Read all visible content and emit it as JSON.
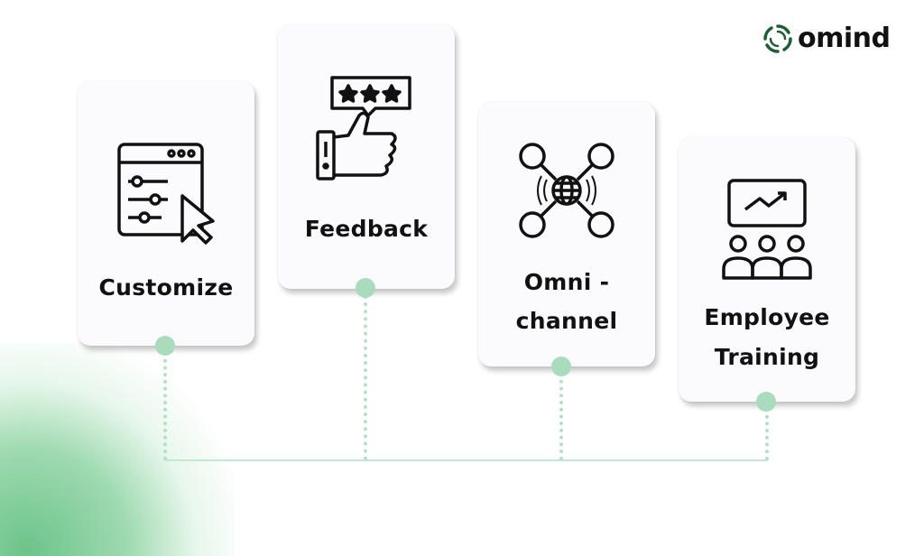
{
  "brand": {
    "name": "omind",
    "color": "#1f5e33"
  },
  "accent": "#a8dcbc",
  "cards": [
    {
      "label": "Customize",
      "icon": "settings-window-icon"
    },
    {
      "label": "Feedback",
      "icon": "thumbs-up-rating-icon"
    },
    {
      "label": "Omni - channel",
      "icon": "globe-network-icon"
    },
    {
      "label": "Employee Training",
      "icon": "presentation-team-icon"
    }
  ]
}
